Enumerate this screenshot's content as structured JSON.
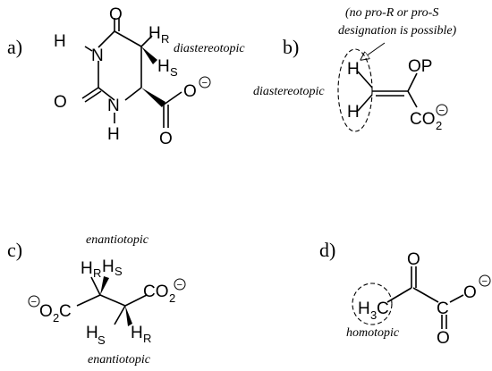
{
  "panels": {
    "a": {
      "label": "a)",
      "atoms": {
        "o_top": "O",
        "h_n_top": "H",
        "n_top": "N",
        "h_r": "H",
        "sub_r": "R",
        "h_s": "H",
        "sub_s": "S",
        "o_left": "O",
        "n_bottom": "N",
        "h_n_bottom": "H",
        "o_carbonyl": "O",
        "o_carboxylate": "O"
      },
      "charge": "−",
      "note": "diastereotopic"
    },
    "b": {
      "label": "b)",
      "atoms": {
        "h_top": "H",
        "h_bottom": "H",
        "op": "OP",
        "co": "CO",
        "co_sub": "2"
      },
      "charge": "−",
      "note_line1": "(no pro-R or pro-S",
      "note_line2": "designation is possible)",
      "note_left": "diastereotopic"
    },
    "c": {
      "label": "c)",
      "atoms": {
        "h_r_top": "H",
        "sub_r_top": "R",
        "h_s_top": "H",
        "sub_s_top": "S",
        "co_right": "CO",
        "co_right_sub": "2",
        "o_left": "O",
        "o_left_sub": "2",
        "c_left": "C",
        "h_s_bottom": "H",
        "sub_s_bottom": "S",
        "h_r_bottom": "H",
        "sub_r_bottom": "R"
      },
      "charge": "−",
      "note_top": "enantiotopic",
      "note_bottom": "enantiotopic"
    },
    "d": {
      "label": "d)",
      "atoms": {
        "o_top": "O",
        "h3c_h": "H",
        "h3c_sub": "3",
        "h3c_c": "C",
        "c_right": "C",
        "o_right": "O",
        "o_bottom": "O"
      },
      "charge": "−",
      "note": "homotopic"
    }
  }
}
